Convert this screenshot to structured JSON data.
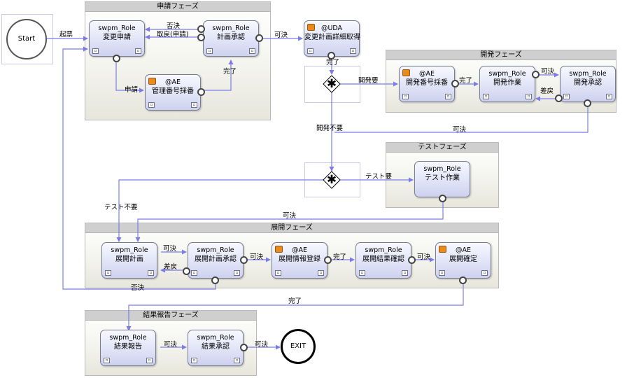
{
  "lanes": {
    "apply": "申請フェーズ",
    "dev": "開発フェーズ",
    "test": "テストフェーズ",
    "deploy": "展開フェーズ",
    "report": "結果報告フェーズ"
  },
  "events": {
    "start": "Start",
    "exit": "EXIT"
  },
  "nodes": {
    "henkou_shinsei": {
      "role": "swpm_Role",
      "name": "変更申請"
    },
    "keikaku_shounin": {
      "role": "swpm_Role",
      "name": "計画承認"
    },
    "kanri_bangou": {
      "role": "@AE",
      "name": "管理番号採番"
    },
    "shousai_shutoku": {
      "role": "@UDA",
      "name": "変更計画詳細取得"
    },
    "kaihatsu_bangou": {
      "role": "@AE",
      "name": "開発番号採番"
    },
    "kaihatsu_sagyou": {
      "role": "swpm_Role",
      "name": "開発作業"
    },
    "kaihatsu_shounin": {
      "role": "swpm_Role",
      "name": "開発承認"
    },
    "test_sagyou": {
      "role": "swpm_Role",
      "name": "テスト作業"
    },
    "tenkai_keikaku": {
      "role": "swpm_Role",
      "name": "展開計画"
    },
    "tenkai_keikaku_shounin": {
      "role": "swpm_Role",
      "name": "展開計画承認"
    },
    "tenkai_jouhou": {
      "role": "@AE",
      "name": "展開情報登録"
    },
    "tenkai_kekka": {
      "role": "swpm_Role",
      "name": "展開結果確認"
    },
    "tenkai_kakutei": {
      "role": "@AE",
      "name": "展開確定"
    },
    "kekka_houkoku": {
      "role": "swpm_Role",
      "name": "結果報告"
    },
    "kekka_shounin": {
      "role": "swpm_Role",
      "name": "結果承認"
    }
  },
  "edges": {
    "kihyou": "起票",
    "hiketsu1": "否決",
    "torimodoshi": "取戻(申請)",
    "shinsei": "申請",
    "kanryou1": "完了",
    "kaketsu1": "可決",
    "kanryou2": "完了",
    "kaihatsu_you": "開発要",
    "kanryou3": "完了",
    "kaketsu2": "可決",
    "sashimodoshi1": "差戻",
    "kaihatsu_fuyou": "開発不要",
    "kaketsu3": "可決",
    "test_you": "テスト要",
    "test_fuyou": "テスト不要",
    "kaketsu4": "可決",
    "kaketsu5": "可決",
    "sashimodoshi2": "差戻",
    "kaketsu6": "可決",
    "kanryou4": "完了",
    "kaketsu7": "可決",
    "hiketsu2": "否決",
    "kanryou5": "完了",
    "kaketsu8": "可決",
    "kaketsu9": "可決"
  },
  "colors": {
    "flow": "#7b7bea",
    "node_border": "#7a7d8f",
    "lane_header": "#cfcfcf"
  }
}
